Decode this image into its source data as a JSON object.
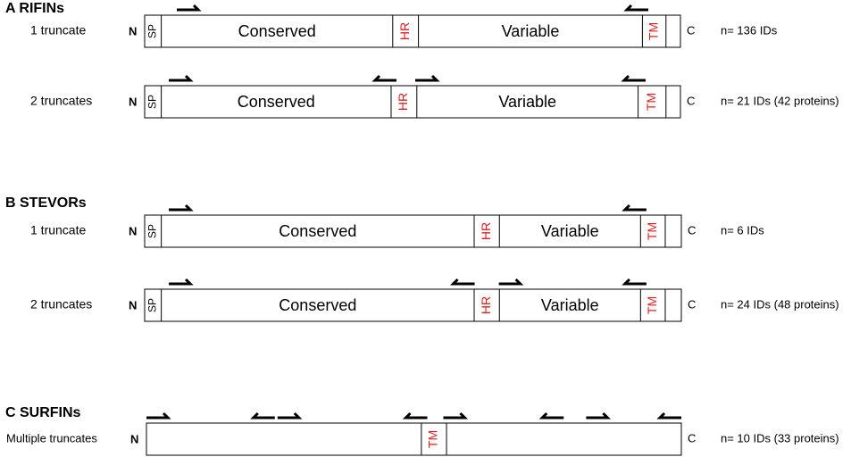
{
  "sections": [
    {
      "title": "A  RIFINs",
      "rows": [
        {
          "label": "1 truncate",
          "n_label": "N",
          "c_label": "C",
          "count": "n= 136 IDs",
          "regions": [
            {
              "type": "SP",
              "start": 0,
              "end": 0.031,
              "text": "SP",
              "color": "#000000",
              "vertical": true
            },
            {
              "type": "Conserved",
              "start": 0.031,
              "end": 0.463,
              "text": "Conserved",
              "color": "#000000",
              "vertical": false
            },
            {
              "type": "HR",
              "start": 0.463,
              "end": 0.511,
              "text": "HR",
              "color": "#e11b1b",
              "vertical": true
            },
            {
              "type": "Variable",
              "start": 0.511,
              "end": 0.929,
              "text": "Variable",
              "color": "#000000",
              "vertical": false
            },
            {
              "type": "TM",
              "start": 0.929,
              "end": 0.973,
              "text": "TM",
              "color": "#e11b1b",
              "vertical": true
            },
            {
              "type": "tail",
              "start": 0.973,
              "end": 1.0,
              "text": "",
              "color": "#000000",
              "vertical": false
            }
          ],
          "primers": [
            {
              "pos": 0.06,
              "dir": "right"
            },
            {
              "pos": 0.9,
              "dir": "left"
            }
          ]
        },
        {
          "label": "2 truncates",
          "n_label": "N",
          "c_label": "C",
          "count": "n= 21 IDs (42 proteins)",
          "regions": [
            {
              "type": "SP",
              "start": 0,
              "end": 0.031,
              "text": "SP",
              "color": "#000000",
              "vertical": true
            },
            {
              "type": "Conserved",
              "start": 0.031,
              "end": 0.46,
              "text": "Conserved",
              "color": "#000000",
              "vertical": false
            },
            {
              "type": "HR",
              "start": 0.46,
              "end": 0.508,
              "text": "HR",
              "color": "#e11b1b",
              "vertical": true
            },
            {
              "type": "Variable",
              "start": 0.508,
              "end": 0.921,
              "text": "Variable",
              "color": "#000000",
              "vertical": false
            },
            {
              "type": "TM",
              "start": 0.921,
              "end": 0.973,
              "text": "TM",
              "color": "#e11b1b",
              "vertical": true
            },
            {
              "type": "tail",
              "start": 0.973,
              "end": 1.0,
              "text": "",
              "color": "#000000",
              "vertical": false
            }
          ],
          "primers": [
            {
              "pos": 0.045,
              "dir": "right"
            },
            {
              "pos": 0.43,
              "dir": "left"
            },
            {
              "pos": 0.505,
              "dir": "right"
            },
            {
              "pos": 0.895,
              "dir": "left"
            }
          ]
        }
      ]
    },
    {
      "title": "B  STEVORs",
      "rows": [
        {
          "label": "1 truncate",
          "n_label": "N",
          "c_label": "C",
          "count": "n= 6 IDs",
          "regions": [
            {
              "type": "SP",
              "start": 0,
              "end": 0.031,
              "text": "SP",
              "color": "#000000",
              "vertical": true
            },
            {
              "type": "Conserved",
              "start": 0.031,
              "end": 0.614,
              "text": "Conserved",
              "color": "#000000",
              "vertical": false
            },
            {
              "type": "HR",
              "start": 0.614,
              "end": 0.661,
              "text": "HR",
              "color": "#e11b1b",
              "vertical": true
            },
            {
              "type": "Variable",
              "start": 0.661,
              "end": 0.924,
              "text": "Variable",
              "color": "#000000",
              "vertical": false
            },
            {
              "type": "TM",
              "start": 0.924,
              "end": 0.97,
              "text": "TM",
              "color": "#e11b1b",
              "vertical": true
            },
            {
              "type": "tail",
              "start": 0.97,
              "end": 1.0,
              "text": "",
              "color": "#000000",
              "vertical": false
            }
          ],
          "primers": [
            {
              "pos": 0.045,
              "dir": "right"
            },
            {
              "pos": 0.895,
              "dir": "left"
            }
          ]
        },
        {
          "label": "2 truncates",
          "n_label": "N",
          "c_label": "C",
          "count": "n=  24 IDs (48 proteins)",
          "regions": [
            {
              "type": "SP",
              "start": 0,
              "end": 0.031,
              "text": "SP",
              "color": "#000000",
              "vertical": true
            },
            {
              "type": "Conserved",
              "start": 0.031,
              "end": 0.614,
              "text": "Conserved",
              "color": "#000000",
              "vertical": false
            },
            {
              "type": "HR",
              "start": 0.614,
              "end": 0.661,
              "text": "HR",
              "color": "#e11b1b",
              "vertical": true
            },
            {
              "type": "Variable",
              "start": 0.661,
              "end": 0.924,
              "text": "Variable",
              "color": "#000000",
              "vertical": false
            },
            {
              "type": "TM",
              "start": 0.924,
              "end": 0.97,
              "text": "TM",
              "color": "#e11b1b",
              "vertical": true
            },
            {
              "type": "tail",
              "start": 0.97,
              "end": 1.0,
              "text": "",
              "color": "#000000",
              "vertical": false
            }
          ],
          "primers": [
            {
              "pos": 0.045,
              "dir": "right"
            },
            {
              "pos": 0.575,
              "dir": "left"
            },
            {
              "pos": 0.66,
              "dir": "right"
            },
            {
              "pos": 0.895,
              "dir": "left"
            }
          ]
        }
      ]
    },
    {
      "title": "C  SURFINs",
      "rows": [
        {
          "label": "Multiple truncates",
          "n_label": "N",
          "c_label": "C",
          "count": "n= 10 IDs (33 proteins)",
          "regions": [
            {
              "type": "left",
              "start": 0,
              "end": 0.514,
              "text": "",
              "color": "#000000",
              "vertical": false
            },
            {
              "type": "TM",
              "start": 0.514,
              "end": 0.561,
              "text": "TM",
              "color": "#e11b1b",
              "vertical": true
            },
            {
              "type": "right",
              "start": 0.561,
              "end": 1.0,
              "text": "",
              "color": "#000000",
              "vertical": false
            }
          ],
          "primers": [
            {
              "pos": 0.0,
              "dir": "right"
            },
            {
              "pos": 0.2,
              "dir": "left"
            },
            {
              "pos": 0.245,
              "dir": "right"
            },
            {
              "pos": 0.485,
              "dir": "left"
            },
            {
              "pos": 0.555,
              "dir": "right"
            },
            {
              "pos": 0.74,
              "dir": "left"
            },
            {
              "pos": 0.822,
              "dir": "right"
            },
            {
              "pos": 0.96,
              "dir": "left"
            }
          ]
        }
      ]
    }
  ]
}
